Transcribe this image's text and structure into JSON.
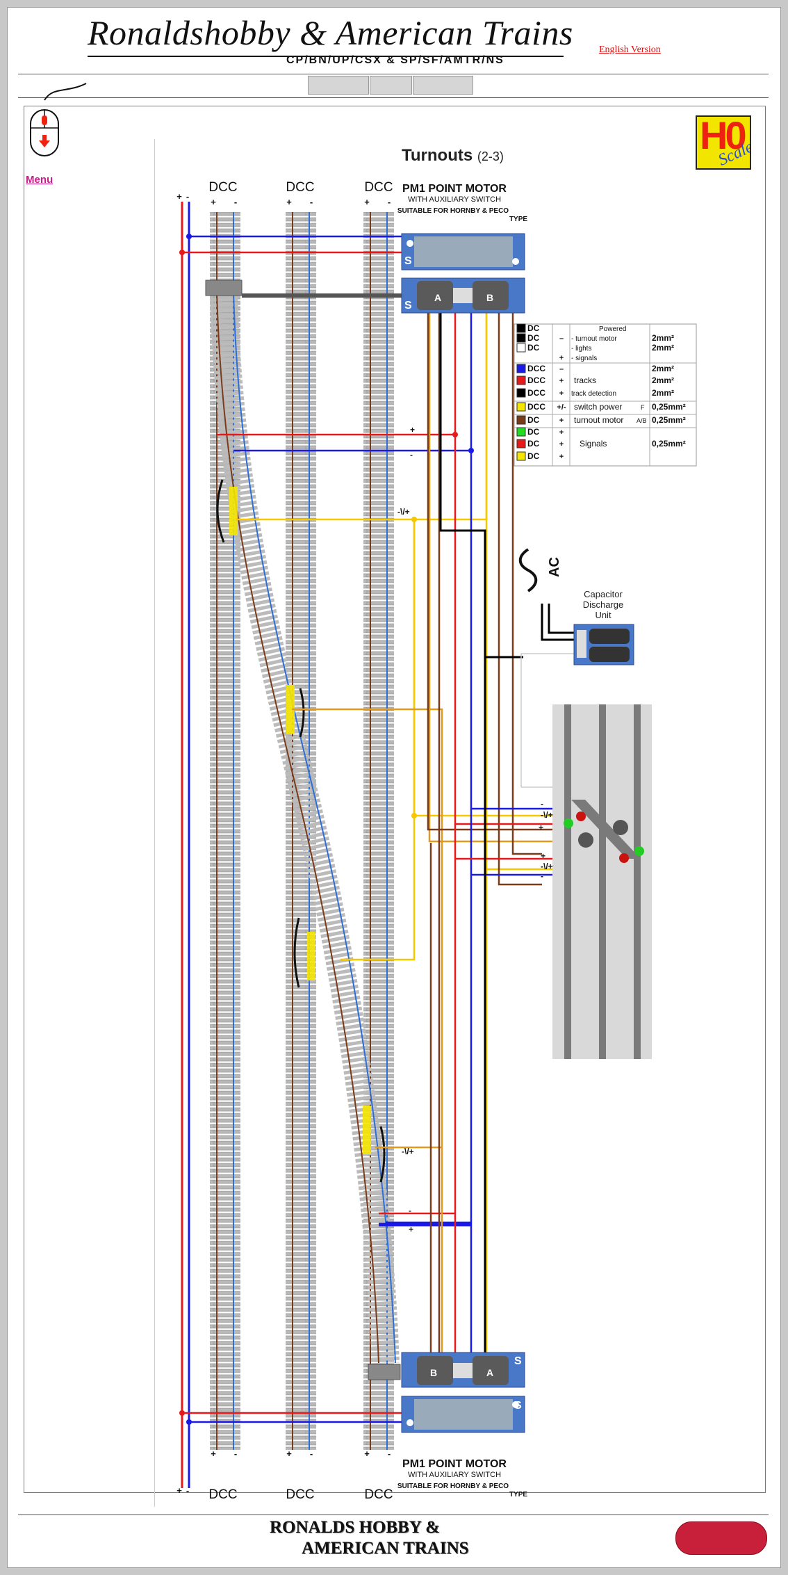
{
  "header": {
    "title": "Ronaldshobby & American Trains",
    "subtitle": "CP/BN/UP/CSX & SP/SF/AMTR/NS",
    "language_link": "English Version"
  },
  "nav": {
    "buttons": [
      "",
      "",
      ""
    ]
  },
  "sidebar": {
    "menu_label": "Menu",
    "mouse_icon": "mouse-scroll-icon"
  },
  "logo": {
    "h0": "H0",
    "scale": "Scale"
  },
  "diagram": {
    "title": "Turnouts",
    "title_suffix": "(2-3)",
    "bus_labels": [
      "DCC",
      "DCC",
      "DCC"
    ],
    "rail_polarity": [
      "+",
      "-",
      "+",
      "-",
      "+",
      "-"
    ],
    "left_polarity": [
      "+",
      "-"
    ],
    "top_motor": {
      "title": "PM1 POINT MOTOR",
      "sub": "WITH AUXILIARY SWITCH",
      "sub2": "SUITABLE FOR HORNBY & PECO",
      "sub3": "TYPE",
      "coil_a": "A",
      "coil_b": "B",
      "s": "S"
    },
    "bottom_motor": {
      "title": "PM1 POINT MOTOR",
      "sub": "WITH AUXILIARY SWITCH",
      "sub2": "SUITABLE FOR HORNBY & PECO",
      "sub3": "TYPE",
      "coil_a": "A",
      "coil_b": "B",
      "s": "S"
    },
    "wire_labels": {
      "plus": "+",
      "minus": "-",
      "switch": "-\\/+"
    },
    "ac_label": "AC",
    "capacitor_label": [
      "Capacitor",
      "Discharge",
      "Unit"
    ],
    "legend": {
      "rows": [
        {
          "color": "#000000",
          "type": "DC",
          "pol": "",
          "desc": "Powered",
          "size": ""
        },
        {
          "color": "#000000",
          "type": "DC",
          "pol": "–",
          "desc": "- turnout motor",
          "size": "2mm²"
        },
        {
          "color": "#ffffff",
          "type": "DC",
          "pol": "",
          "desc": "- lights",
          "size": "2mm²"
        },
        {
          "color": "",
          "type": "",
          "pol": "+",
          "desc": "- signals",
          "size": ""
        },
        {
          "color": "#1a1ae6",
          "type": "DCC",
          "pol": "–",
          "desc": "",
          "size": "2mm²"
        },
        {
          "color": "#e61a1a",
          "type": "DCC",
          "pol": "+",
          "desc": "tracks",
          "size": "2mm²"
        },
        {
          "color": "#000000",
          "type": "DCC",
          "pol": "+",
          "desc": "track detection",
          "size": "2mm²"
        },
        {
          "color": "#f5e600",
          "type": "DCC",
          "pol": "+/-",
          "desc": "switch power",
          "size": "0,25mm²"
        },
        {
          "color": "#7a3b1a",
          "type": "DC",
          "pol": "+",
          "desc": "turnout motor",
          "size": "0,25mm²"
        },
        {
          "color": "#22dd22",
          "type": "DC",
          "pol": "+",
          "desc": "",
          "size": ""
        },
        {
          "color": "#e61a1a",
          "type": "DC",
          "pol": "+",
          "desc": "Signals",
          "size": "0,25mm²"
        },
        {
          "color": "#f5e600",
          "type": "DC",
          "pol": "+",
          "desc": "",
          "size": ""
        }
      ],
      "f_mark": "F",
      "ab_mark": "A/B"
    }
  },
  "footer": {
    "line1": "RONALDS HOBBY &",
    "line2": "AMERICAN TRAINS"
  },
  "colors": {
    "dcc_plus": "#e61a1a",
    "dcc_minus": "#1a1ae6",
    "dc_black": "#000000",
    "switch_yellow": "#f5c800",
    "motor_brown": "#7a3b1a",
    "signal_green": "#22dd22",
    "orange": "#e09a20",
    "motor_blue": "#2e6fd6"
  }
}
